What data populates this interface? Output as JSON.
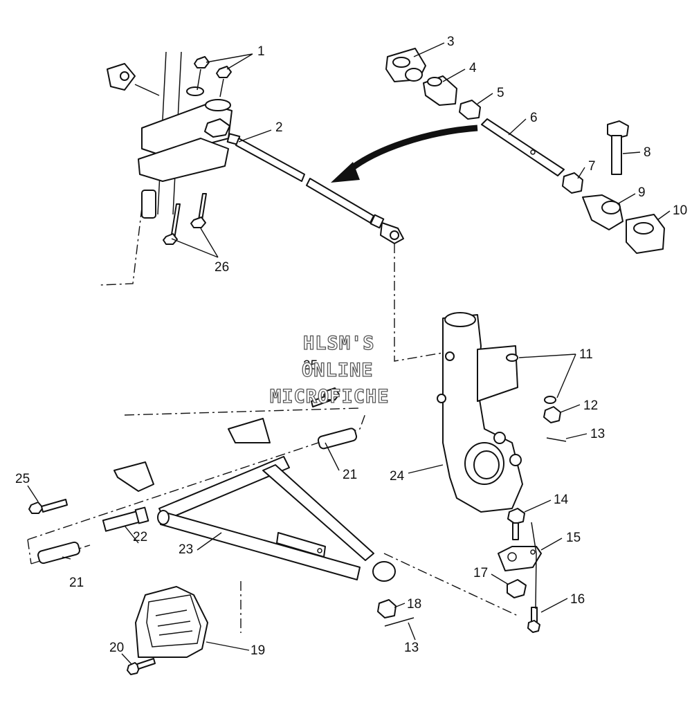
{
  "watermark": {
    "line1": "HLSM'S",
    "line2": "ONLINE",
    "line3": "MICROFICHE"
  },
  "callouts": {
    "c1": "1",
    "c2": "2",
    "c3": "3",
    "c4": "4",
    "c5": "5",
    "c6": "6",
    "c7": "7",
    "c8": "8",
    "c9": "9",
    "c10": "10",
    "c11": "11",
    "c12": "12",
    "c13a": "13",
    "c13b": "13",
    "c14": "14",
    "c15": "15",
    "c16": "16",
    "c17": "17",
    "c18": "18",
    "c19": "19",
    "c20": "20",
    "c21a": "21",
    "c21b": "21",
    "c22": "22",
    "c23": "23",
    "c24": "24",
    "c25a": "25",
    "c25b": "25",
    "c26": "26"
  }
}
